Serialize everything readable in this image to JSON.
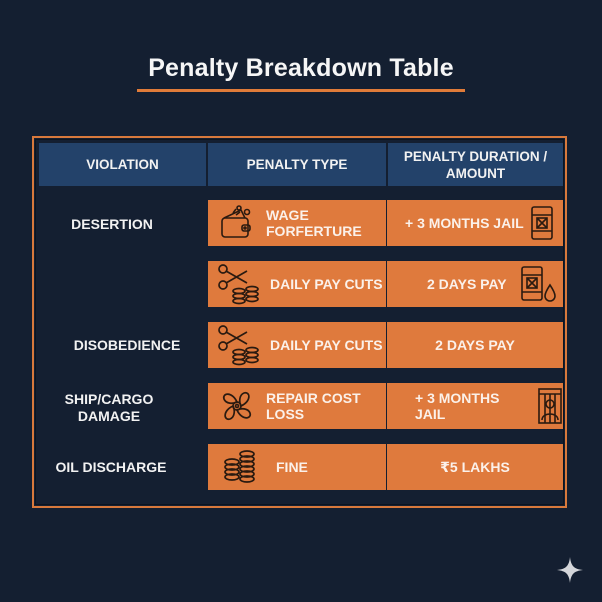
{
  "title": "Penalty Breakdown Table",
  "colors": {
    "background": "#141f31",
    "accent_orange": "#df7a3d",
    "header_blue": "#23426a",
    "text": "#f2f2f2",
    "icon_stroke": "#2a1a10"
  },
  "table": {
    "headers": [
      "VIOLATION",
      "PENALTY TYPE",
      "PENALTY DURATION / AMOUNT"
    ],
    "header_lines": {
      "col3_line1": "PENALTY DURATION /",
      "col3_line2": "AMOUNT"
    },
    "violations": [
      {
        "label": "DESERTION"
      },
      {
        "label": "DISOBEDIENCE"
      },
      {
        "label_line1": "SHIP/CARGO",
        "label_line2": "DAMAGE"
      },
      {
        "label": "OIL DISCHARGE"
      }
    ],
    "rows": [
      {
        "penalty_type_line1": "WAGE",
        "penalty_type_line2": "FORFERTURE",
        "type_icon": "wallet-coins-icon",
        "amount": "+ 3 MONTHS JAIL",
        "amount_icon": "oil-barrel-icon"
      },
      {
        "penalty_type": "DAILY PAY CUTS",
        "type_icon": "scissors-coins-icon",
        "amount": "2 DAYS PAY",
        "amount_icon": "oil-barrel-drop-icon"
      },
      {
        "penalty_type": "DAILY PAY CUTS",
        "type_icon": "scissors-coins-icon",
        "amount": "2 DAYS PAY",
        "amount_icon": null
      },
      {
        "penalty_type": "REPAIR COST LOSS",
        "type_icon": "propeller-icon",
        "amount": "+ 3 MONTHS JAIL",
        "amount_icon": "jail-prisoner-icon"
      },
      {
        "penalty_type": "FINE",
        "type_icon": "coin-stacks-icon",
        "amount": "₹5 LAKHS",
        "amount_icon": null
      }
    ]
  },
  "watermark_icon": "sparkle-icon"
}
